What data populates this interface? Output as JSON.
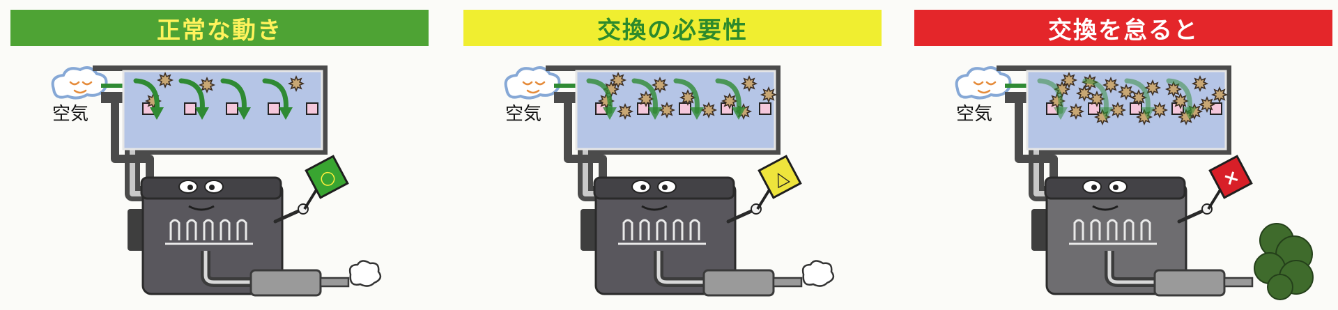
{
  "panels": [
    {
      "title": "正常な動き",
      "air_label": "空気",
      "sign_mark": "○",
      "colors": {
        "banner_bg": "#4ea334",
        "banner_text": "#fff35c",
        "sign_bg": "#39a531",
        "sign_mark": "#ffef3d",
        "engine": "#59575d",
        "exhaust_fill": "#ffffff"
      },
      "dust_level": 0.15,
      "flow_level": 1.0
    },
    {
      "title": "交換の必要性",
      "air_label": "空気",
      "sign_mark": "△",
      "colors": {
        "banner_bg": "#f0ee30",
        "banner_text": "#2c8a2c",
        "sign_bg": "#eee43c",
        "sign_mark": "#222222",
        "engine": "#59575d",
        "exhaust_fill": "#ffffff"
      },
      "dust_level": 0.55,
      "flow_level": 0.8
    },
    {
      "title": "交換を怠ると",
      "air_label": "空気",
      "sign_mark": "×",
      "colors": {
        "banner_bg": "#e4262a",
        "banner_text": "#ffffff",
        "sign_bg": "#d81f28",
        "sign_mark": "#ffffff",
        "engine": "#6e6d70",
        "exhaust_fill": "#3f6b2c"
      },
      "dust_level": 0.9,
      "flow_level": 0.5
    }
  ]
}
